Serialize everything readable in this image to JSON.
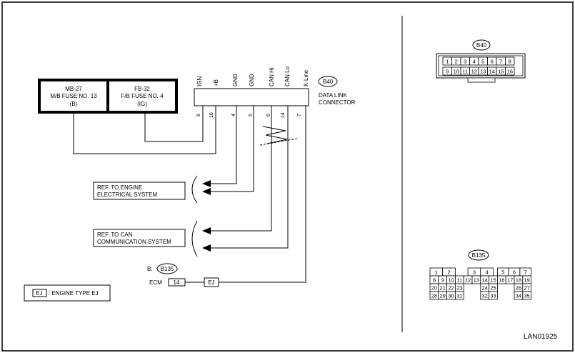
{
  "fuses": [
    {
      "line1": "MB-27",
      "line2": "M/B FUSE NO. 13",
      "line3": "(B)"
    },
    {
      "line1": "FB-32",
      "line2": "F/B FUSE NO. 4",
      "line3": "(IG)"
    }
  ],
  "b40_connector": {
    "tag": "B40",
    "label1": "DATA LINK",
    "label2": "CONNECTOR",
    "pins": [
      {
        "signal": "IGN",
        "pin": "8"
      },
      {
        "signal": "+B",
        "pin": "16"
      },
      {
        "signal": "GND",
        "pin": "4"
      },
      {
        "signal": "GND",
        "pin": "5"
      },
      {
        "signal": "CAN Hi",
        "pin": "6"
      },
      {
        "signal": "CAN Lo",
        "pin": "14"
      },
      {
        "signal": "K-Line",
        "pin": "7"
      }
    ]
  },
  "references": [
    {
      "line1": "REF. TO ENGINE",
      "line2": "ELECTRICAL SYSTEM"
    },
    {
      "line1": "REF. TO CAN",
      "line2": "COMMUNICATION SYSTEM"
    }
  ],
  "ecm": {
    "prefix": "B:",
    "tag": "B135",
    "label": "ECM",
    "pin": "14",
    "variant": "EJ"
  },
  "legend": {
    "box": "EJ",
    "text": ": ENGINE TYPE EJ"
  },
  "b40_face": {
    "tag": "B40",
    "top_row": [
      "1",
      "2",
      "3",
      "4",
      "5",
      "6",
      "7",
      "8"
    ],
    "bottom_row": [
      "9",
      "10",
      "11",
      "12",
      "13",
      "14",
      "15",
      "16"
    ]
  },
  "b135_face": {
    "tag": "B135",
    "rows": [
      [
        "1",
        "2",
        "",
        "3",
        "4",
        "",
        "5",
        "6",
        "7"
      ],
      [
        "8",
        "9",
        "10",
        "11",
        "12",
        "13",
        "14",
        "15",
        "16",
        "17",
        "18",
        "19"
      ],
      [
        "20",
        "21",
        "22",
        "23",
        "",
        "",
        "24",
        "25",
        "",
        "",
        "26",
        "27"
      ],
      [
        "28",
        "29",
        "30",
        "31",
        "",
        "",
        "32",
        "33",
        "",
        "",
        "34",
        "35"
      ]
    ]
  },
  "figure_code": "LAN01925"
}
